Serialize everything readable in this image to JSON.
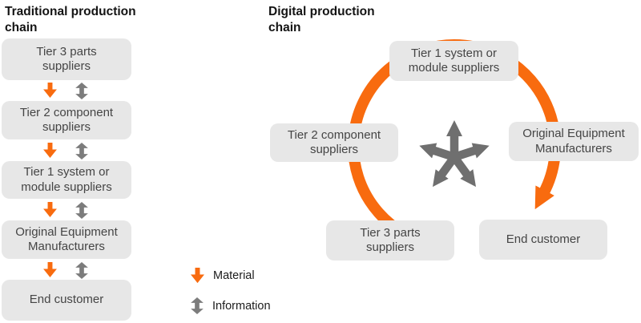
{
  "colors": {
    "material_orange": "#f86b0f",
    "information_gray": "#7c7c7c",
    "star_gray": "#6f6f6f",
    "node_bg": "#e7e7e7",
    "node_text": "#454545"
  },
  "traditional": {
    "title": "Traditional production\nchain",
    "nodes": [
      "Tier 3 parts\nsuppliers",
      "Tier 2 component\nsuppliers",
      "Tier 1 system or\nmodule suppliers",
      "Original Equipment\nManufacturers",
      "End customer"
    ]
  },
  "digital": {
    "title": "Digital production\nchain",
    "nodes": {
      "tier1": "Tier 1 system or\nmodule suppliers",
      "tier2": "Tier 2 component\nsuppliers",
      "oem": "Original Equipment\nManufacturers",
      "tier3": "Tier 3 parts\nsuppliers",
      "end_customer": "End customer"
    }
  },
  "legend": {
    "material": "Material",
    "information": "Information"
  }
}
